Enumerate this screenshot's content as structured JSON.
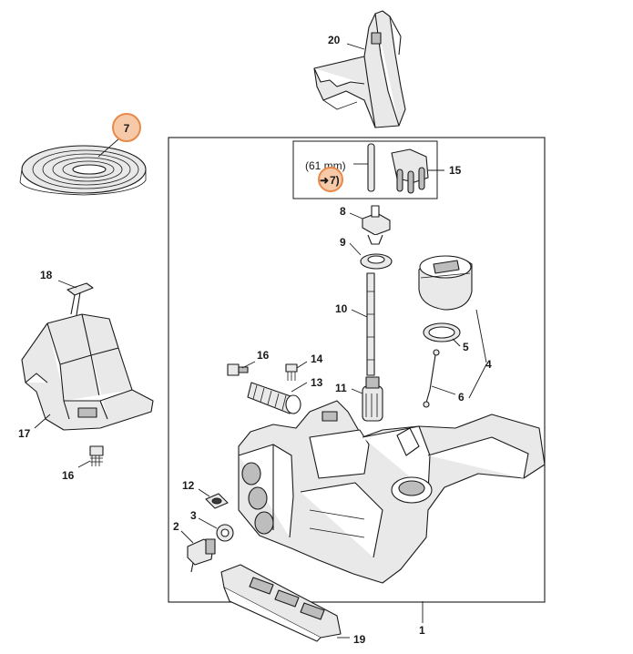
{
  "callouts": {
    "c1": "1",
    "c2": "2",
    "c3": "3",
    "c4": "4",
    "c5": "5",
    "c6": "6",
    "c7": "7",
    "c8": "8",
    "c9": "9",
    "c10": "10",
    "c11": "11",
    "c12": "12",
    "c13": "13",
    "c14": "14",
    "c15": "15",
    "c16a": "16",
    "c16b": "16",
    "c17": "17",
    "c18": "18",
    "c19": "19",
    "c20": "20"
  },
  "note": {
    "length": "(61 mm)",
    "ref_arrow": "➜",
    "ref_number": "7)"
  },
  "colors": {
    "highlight_fill": "#f6c9a8",
    "highlight_stroke": "#e8894a"
  }
}
